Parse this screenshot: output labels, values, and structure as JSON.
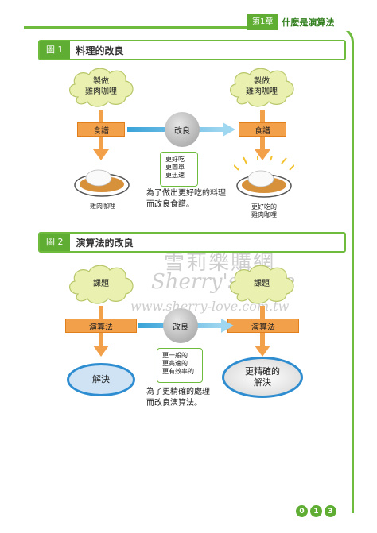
{
  "header": {
    "chapter_label": "第1章",
    "chapter_title": "什麼是演算法"
  },
  "fig1": {
    "tag": "圖 1",
    "title": "料理的改良",
    "left_cloud": "製做\n雞肉咖哩",
    "right_cloud": "製做\n雞肉咖哩",
    "left_box": "食譜",
    "right_box": "食譜",
    "improve": "改良",
    "note": "更好吃\n更簡單\n更迅速",
    "left_dish_caption": "雞肉咖哩",
    "right_dish_caption": "更好吃的\n雞肉咖哩",
    "caption": "為了做出更好吃的料理\n而改良食譜。"
  },
  "fig2": {
    "tag": "圖 2",
    "title": "演算法的改良",
    "left_cloud": "課題",
    "right_cloud": "課題",
    "left_box": "演算法",
    "right_box": "演算法",
    "improve": "改良",
    "note": "更一般的\n更高速的\n更有效率的",
    "left_result": "解決",
    "right_result": "更精確的\n解決",
    "caption": "為了更精確的處理\n而改良演算法。"
  },
  "watermark": {
    "line1": "雪莉樂購網",
    "line2": "Sherry's Love",
    "line3": "www.sherry-love.com.tw"
  },
  "page_number": [
    "0",
    "1",
    "3"
  ],
  "colors": {
    "green": "#6fbb3e",
    "orange": "#f3a04a",
    "blue": "#3aa3d9",
    "cloud": "#e9f0b0"
  }
}
